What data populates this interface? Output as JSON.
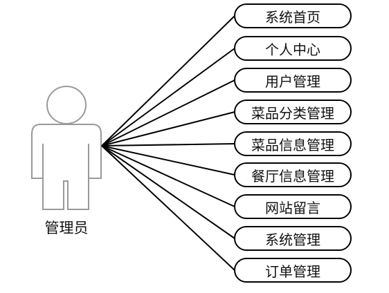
{
  "actor": {
    "label": "管理员"
  },
  "use_cases": [
    {
      "label": "系统首页"
    },
    {
      "label": "个人中心"
    },
    {
      "label": "用户管理"
    },
    {
      "label": "菜品分类管理"
    },
    {
      "label": "菜品信息管理"
    },
    {
      "label": "餐厅信息管理"
    },
    {
      "label": "网站留言"
    },
    {
      "label": "系统管理"
    },
    {
      "label": "订单管理"
    }
  ],
  "colors": {
    "line": "#000000",
    "actor_outline": "#999999"
  }
}
